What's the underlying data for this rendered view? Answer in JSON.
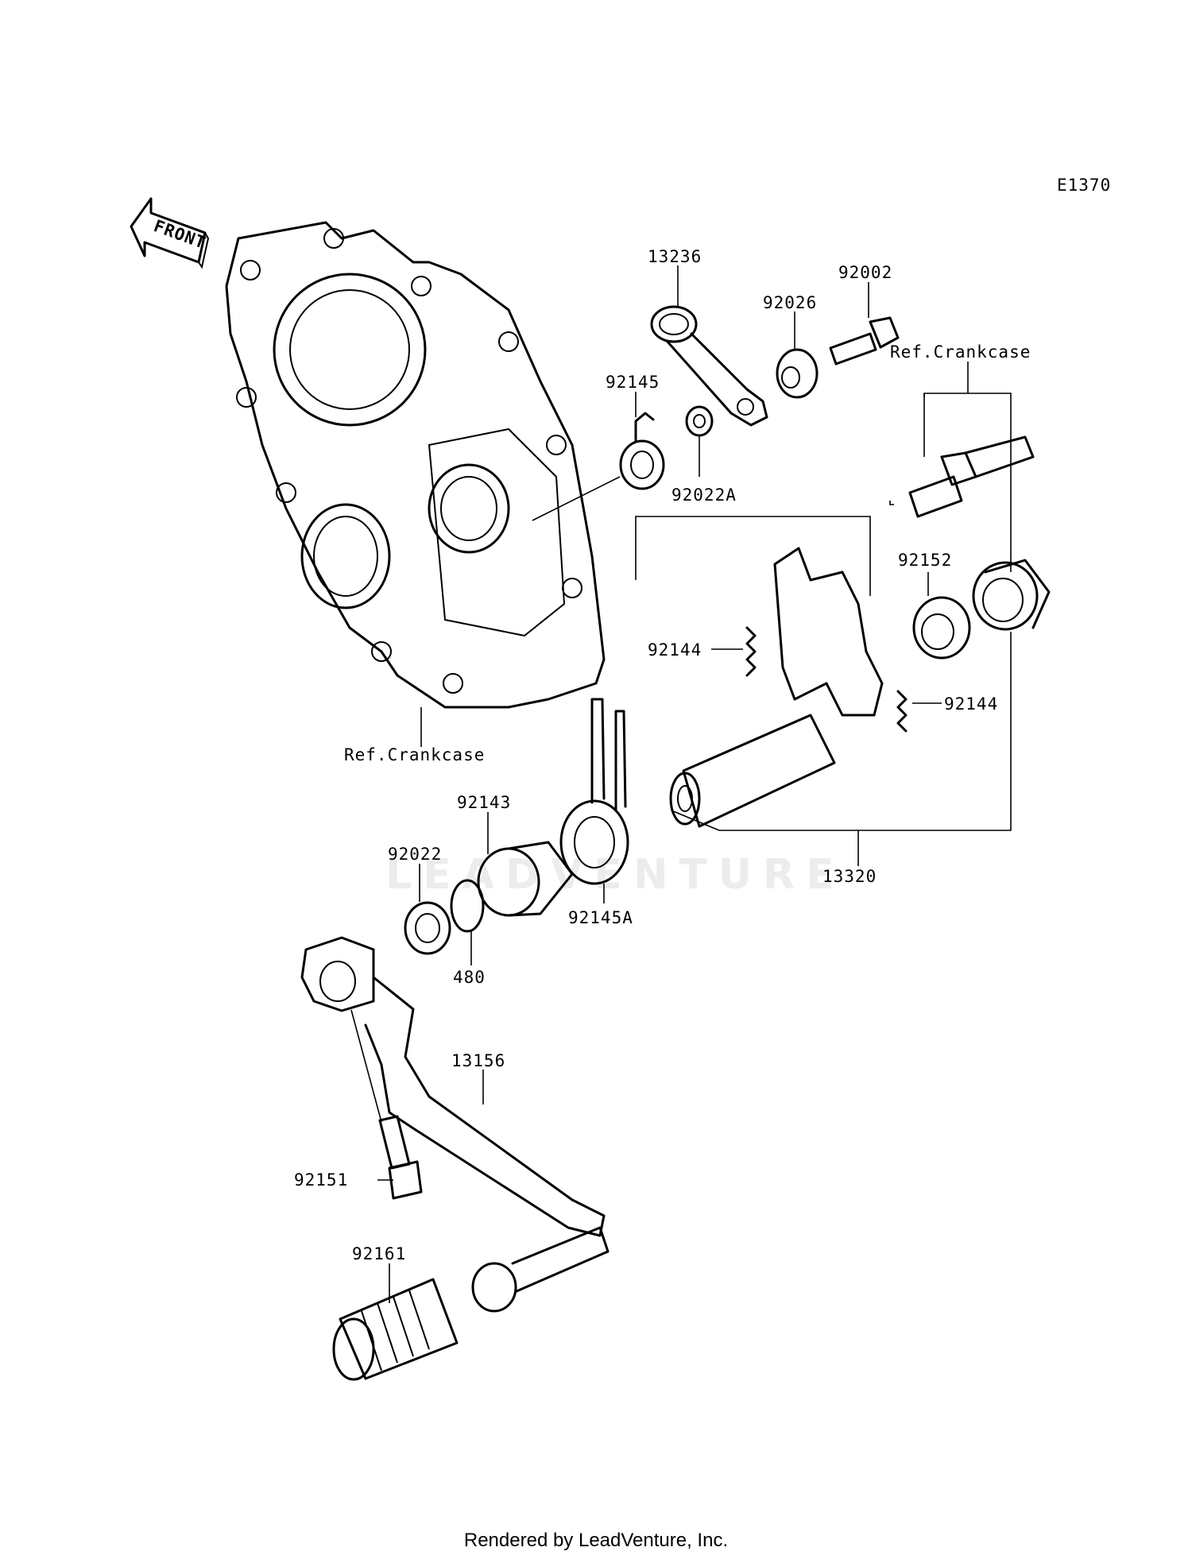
{
  "diagram_code": "E1370",
  "front_label": "FRONT",
  "watermark": "LEADVENTURE",
  "footer": "Rendered by LeadVenture, Inc.",
  "parts": {
    "p13236": "13236",
    "p92002": "92002",
    "p92026": "92026",
    "p92145": "92145",
    "p92022A": "92022A",
    "ref_crankcase_top": "Ref.Crankcase",
    "p92152": "92152",
    "p92144_left": "92144",
    "p92144_right": "92144",
    "ref_crankcase_left": "Ref.Crankcase",
    "p92143": "92143",
    "p92022": "92022",
    "p92145A": "92145A",
    "p13320": "13320",
    "p480": "480",
    "p13156": "13156",
    "p92151": "92151",
    "p92161": "92161"
  },
  "icons": {
    "front_arrow": "arrow-left-icon"
  }
}
